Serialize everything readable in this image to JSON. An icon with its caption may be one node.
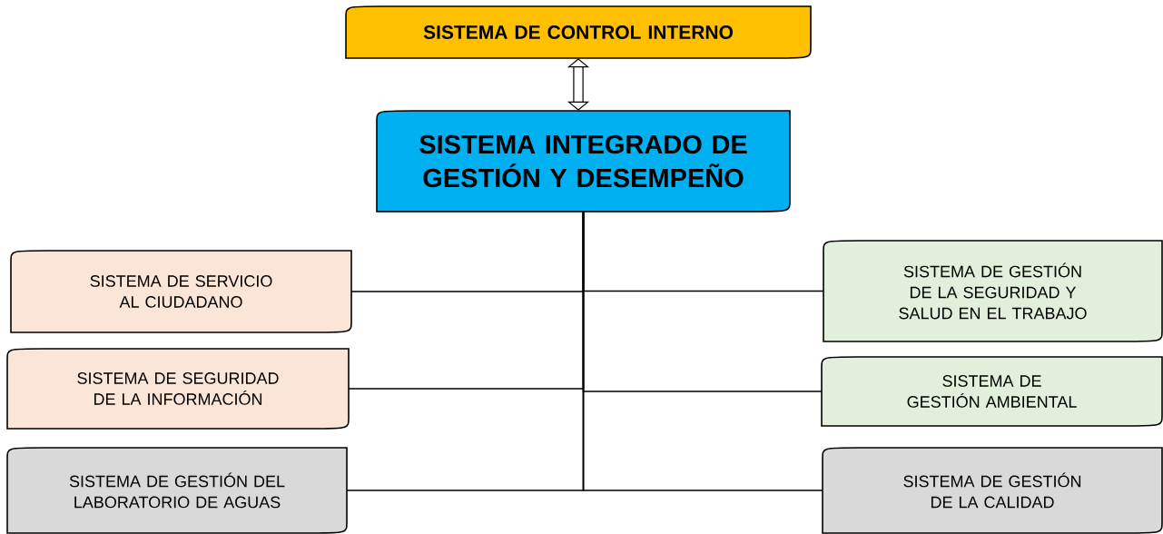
{
  "diagram": {
    "nodes": [
      {
        "text": [
          "SISTEMA DE CONTROL INTERNO"
        ]
      },
      {
        "text": [
          "SISTEMA INTEGRADO DE GESTIÓN Y DESEMPEÑO"
        ]
      },
      {
        "text": [
          "SISTEMA DE SERVICIO AL CIUDADANO"
        ]
      },
      {
        "text": [
          "SISTEMA DE GESTIÓN DE LA SEGURIDAD Y SALUD EN EL TRABAJO"
        ]
      },
      {
        "text": [
          "SISTEMA DE SEGURIDAD DE LA INFORMACIÓN"
        ]
      },
      {
        "text": [
          "SISTEMA DE GESTIÓN AMBIENTAL"
        ]
      },
      {
        "text": [
          "SISTEMA DE GESTIÓN DEL LABORATORIO DE AGUAS"
        ]
      },
      {
        "text": [
          "SISTEMA DE GESTIÓN DE LA CALIDAD"
        ]
      }
    ],
    "edges": [
      {
        "from": 0,
        "to": 1,
        "arrow": "both",
        "style": "thick"
      },
      {
        "from": 1,
        "to": 2,
        "arrow": "none"
      },
      {
        "from": 1,
        "to": 3,
        "arrow": "none"
      },
      {
        "from": 1,
        "to": 4,
        "arrow": "none"
      },
      {
        "from": 1,
        "to": 5,
        "arrow": "none"
      },
      {
        "from": 1,
        "to": 6,
        "arrow": "none"
      },
      {
        "from": 1,
        "to": 7,
        "arrow": "none"
      }
    ]
  }
}
